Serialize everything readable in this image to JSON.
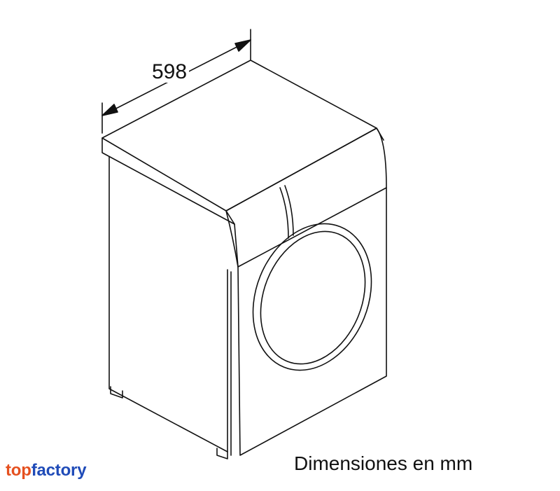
{
  "dimension": {
    "width_value": "598"
  },
  "caption": "Dimensiones en mm",
  "logo": {
    "part1": "top",
    "part2": "factory"
  },
  "colors": {
    "line": "#111111",
    "logo_top": "#e5501f",
    "logo_factory": "#1f4bb8"
  }
}
